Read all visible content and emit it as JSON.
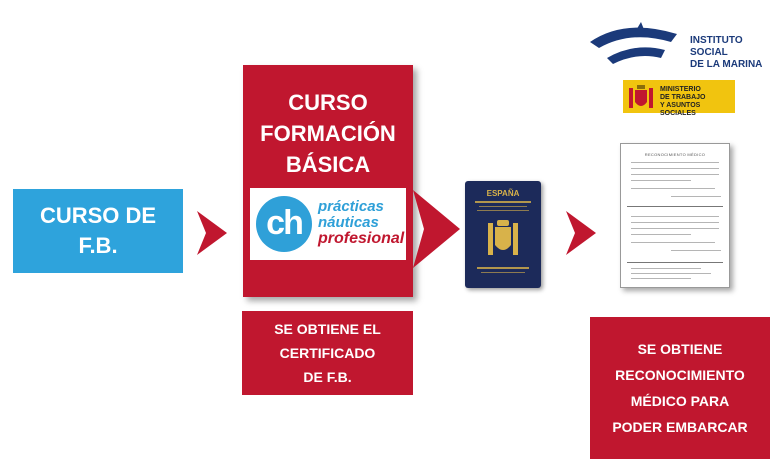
{
  "boxes": {
    "curso_fb": [
      "CURSO DE",
      "F.B."
    ],
    "curso_formacion": [
      "CURSO",
      "FORMACIÓN",
      "BÁSICA"
    ],
    "certificado": [
      "SE OBTIENE EL",
      "CERTIFICADO",
      "DE F.B."
    ],
    "reconocimiento": [
      "SE OBTIENE",
      "RECONOCIMIENTO",
      "MÉDICO PARA",
      "PODER EMBARCAR"
    ]
  },
  "logo": {
    "mark": "ch",
    "line1": "prácticas",
    "line2": "náuticas",
    "line3": "profesional"
  },
  "passport": {
    "country": "ESPAÑA"
  },
  "certificate_doc": {
    "heading": "RECONOCIMIENTO MÉDICO"
  },
  "agencies": {
    "ism": [
      "INSTITUTO SOCIAL",
      "DE LA MARINA"
    ],
    "ministerio": [
      "MINISTERIO",
      "DE TRABAJO",
      "Y ASUNTOS SOCIALES"
    ]
  },
  "colors": {
    "blue": "#2ea3dc",
    "red": "#c0172f",
    "navy": "#1b3a7a"
  }
}
